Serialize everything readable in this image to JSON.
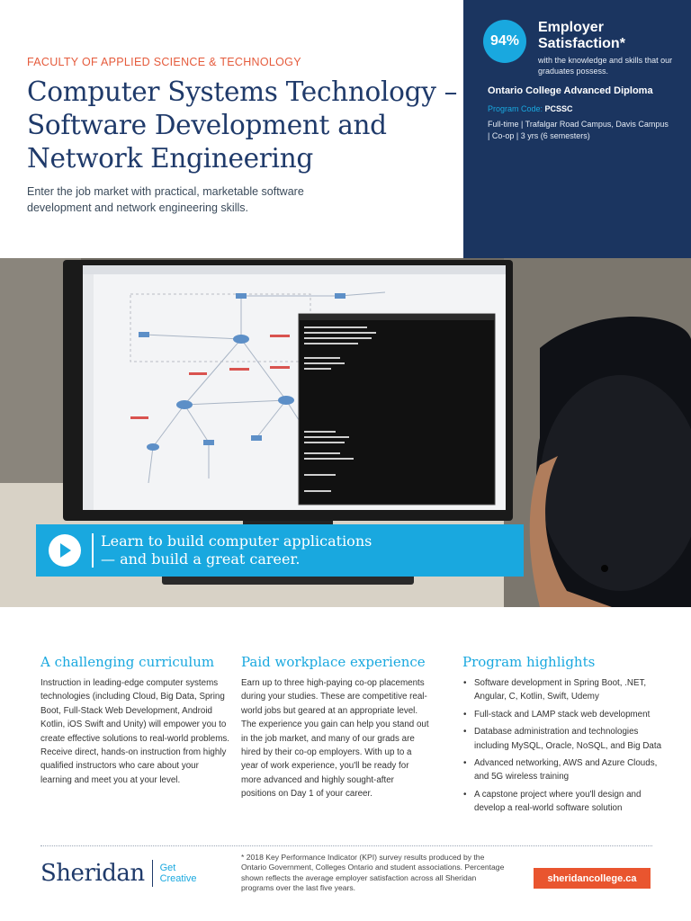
{
  "header": {
    "faculty": "FACULTY OF APPLIED SCIENCE & TECHNOLOGY",
    "title": "Computer Systems Technology – Software Development and Network Engineering",
    "intro": "Enter the job market with practical, marketable software development and network engineering skills."
  },
  "panel": {
    "stat": "94%",
    "stat_title": "Employer Satisfaction*",
    "stat_subtitle": "with the knowledge and skills that our graduates possess.",
    "credential": "Ontario College Advanced Diploma",
    "program_code_label": "Program Code:",
    "program_code": "PCSSC",
    "details": "Full-time | Trafalgar Road Campus, Davis Campus | Co-op | 3 yrs (6 semesters)"
  },
  "video": {
    "cta_line1": "Learn to build computer applications",
    "cta_line2": "— and build a great career."
  },
  "curriculum": {
    "heading": "A challenging curriculum",
    "body": "Instruction in leading-edge computer systems technologies (including Cloud, Big Data, Spring Boot, Full-Stack Web Development, Android Kotlin, iOS Swift and Unity) will empower you to create effective solutions to real-world problems. Receive direct, hands-on instruction from highly qualified instructors who care about your learning and meet you at your level."
  },
  "workplace": {
    "heading": "Paid workplace experience",
    "body": "Earn up to three high-paying co-op placements during your studies. These are competitive real-world jobs but geared at an appropriate level. The experience you gain can help you stand out in the job market, and many of our grads are hired by their co-op employers. With up to a year of work experience, you'll be ready for more advanced and highly sought-after positions on Day 1 of your career."
  },
  "highlights": {
    "heading": "Program highlights",
    "items": [
      "Software development in Spring Boot, .NET, Angular, C, Kotlin, Swift, Udemy",
      "Full-stack and LAMP stack web development",
      "Database administration and technologies including MySQL, Oracle, NoSQL, and Big Data",
      "Advanced networking, AWS and Azure Clouds, and 5G wireless training",
      "A capstone project where you'll design and develop a real-world software solution"
    ]
  },
  "footer": {
    "logo_name": "Sheridan",
    "tagline_1": "Get",
    "tagline_2": "Creative",
    "footnote": "* 2018 Key Performance Indicator (KPI) survey results produced by the Ontario Government, Colleges Ontario and student associations. Percentage shown reflects the average employer satisfaction across all Sheridan programs over the last five years.",
    "url": "sheridancollege.ca"
  },
  "colors": {
    "navy": "#1b3560",
    "accent_blue": "#19a8df",
    "accent_orange": "#e9552f",
    "title_blue": "#1f3a6a"
  },
  "icons": {
    "play": "play-icon"
  }
}
